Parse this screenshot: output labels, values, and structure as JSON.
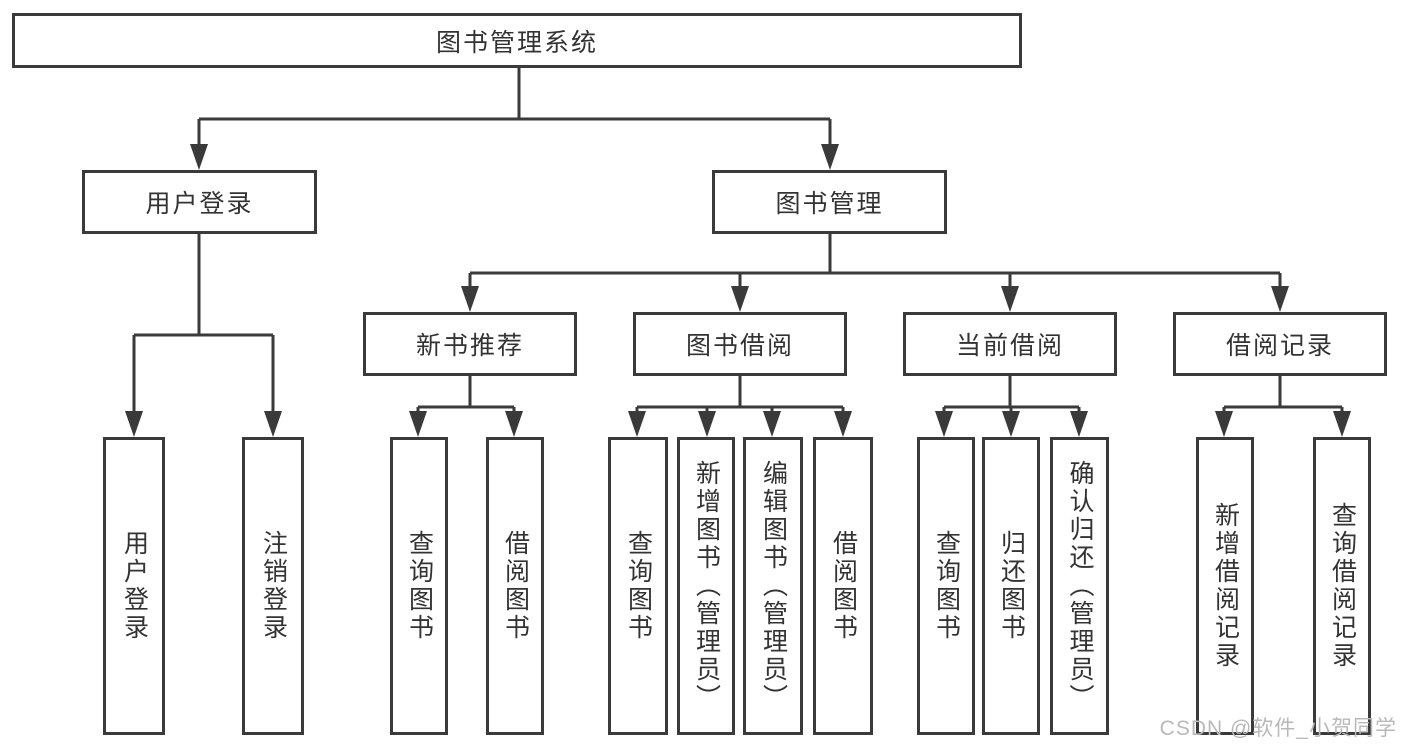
{
  "diagram": {
    "root": {
      "label": "图书管理系统"
    },
    "level2": [
      {
        "id": "user-login",
        "label": "用户登录"
      },
      {
        "id": "book-management",
        "label": "图书管理"
      }
    ],
    "level3": [
      {
        "id": "new-book-recommend",
        "label": "新书推荐"
      },
      {
        "id": "book-borrow",
        "label": "图书借阅"
      },
      {
        "id": "current-borrow",
        "label": "当前借阅"
      },
      {
        "id": "borrow-records",
        "label": "借阅记录"
      }
    ],
    "leaves": [
      {
        "id": "user-login-leaf",
        "label": "用户登录"
      },
      {
        "id": "logout",
        "label": "注销登录"
      },
      {
        "id": "query-books-1",
        "label": "查询图书"
      },
      {
        "id": "borrow-books-1",
        "label": "借阅图书"
      },
      {
        "id": "query-books-2",
        "label": "查询图书"
      },
      {
        "id": "add-book-admin",
        "label": "新增图书（管理员）"
      },
      {
        "id": "edit-book-admin",
        "label": "编辑图书（管理员）"
      },
      {
        "id": "borrow-books-2",
        "label": "借阅图书"
      },
      {
        "id": "query-books-3",
        "label": "查询图书"
      },
      {
        "id": "return-books",
        "label": "归还图书"
      },
      {
        "id": "confirm-return-admin",
        "label": "确认归还（管理员）"
      },
      {
        "id": "add-borrow-record",
        "label": "新增借阅记录"
      },
      {
        "id": "query-borrow-record",
        "label": "查询借阅记录"
      }
    ]
  },
  "watermark": {
    "text": "CSDN @软件_小贺同学"
  },
  "colors": {
    "line": "#3a3a3a",
    "text": "#333333",
    "watermark": "#b9b9b9",
    "background": "#ffffff"
  }
}
